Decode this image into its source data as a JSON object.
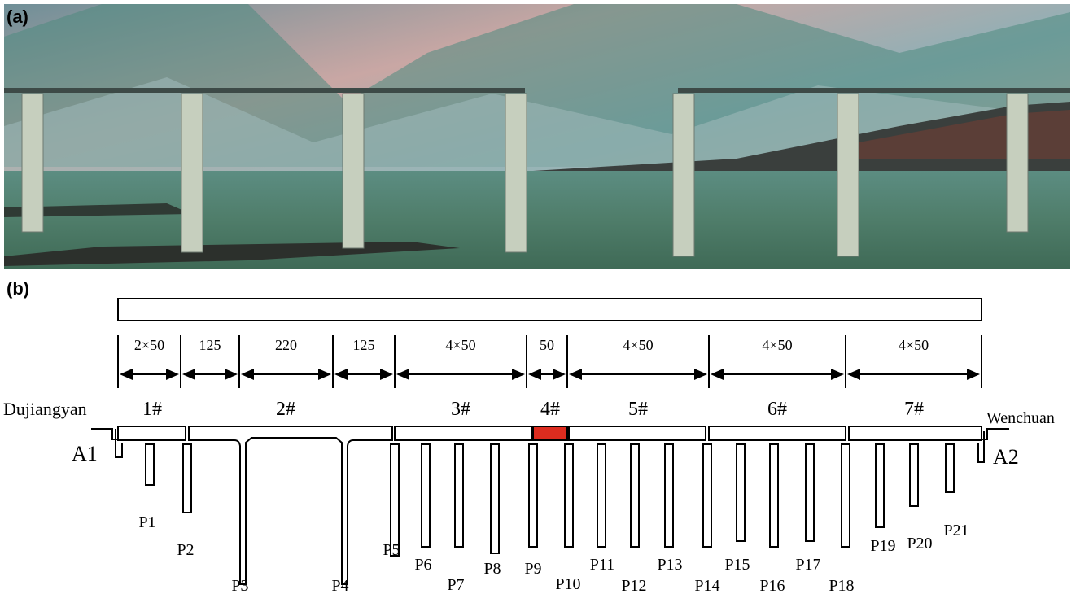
{
  "panel_a": {
    "label": "(a)"
  },
  "panel_b": {
    "label": "(b)"
  },
  "ends": {
    "left_city": "Dujiangyan",
    "right_city": "Wenchuan",
    "left_abutment": "A1",
    "right_abutment": "A2"
  },
  "spans": [
    "2×50",
    "125",
    "220",
    "125",
    "4×50",
    "50",
    "4×50",
    "4×50",
    "4×50"
  ],
  "units": [
    "1#",
    "2#",
    "3#",
    "4#",
    "5#",
    "6#",
    "7#"
  ],
  "piers": [
    "P1",
    "P2",
    "P3",
    "P4",
    "P5",
    "P6",
    "P7",
    "P8",
    "P9",
    "P10",
    "P11",
    "P12",
    "P13",
    "P14",
    "P15",
    "P16",
    "P17",
    "P18",
    "P19",
    "P20",
    "P21"
  ],
  "colors": {
    "highlight": "#dd2c1f",
    "line": "#000000"
  }
}
